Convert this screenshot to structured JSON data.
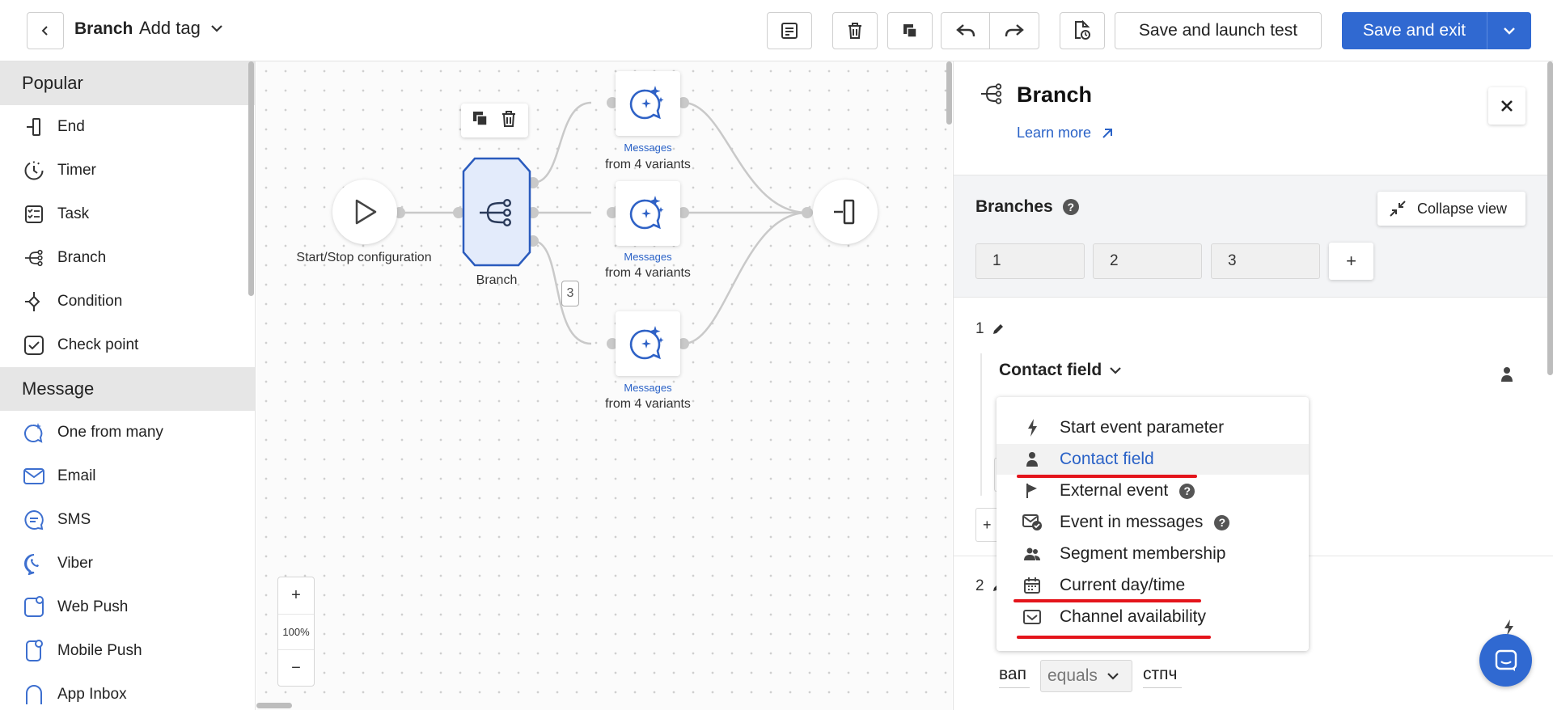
{
  "header": {
    "title": "Branch",
    "add_tag": "Add tag",
    "save_launch": "Save and launch test",
    "save_exit": "Save and exit"
  },
  "sidebar": {
    "sections": [
      {
        "title": "Popular",
        "items": [
          {
            "label": "End",
            "icon": "end-icon"
          },
          {
            "label": "Timer",
            "icon": "timer-icon"
          },
          {
            "label": "Task",
            "icon": "task-icon"
          },
          {
            "label": "Branch",
            "icon": "branch-icon"
          },
          {
            "label": "Condition",
            "icon": "condition-icon"
          },
          {
            "label": "Check point",
            "icon": "checkpoint-icon"
          }
        ]
      },
      {
        "title": "Message",
        "items": [
          {
            "label": "One from many",
            "icon": "sparkle-chat-icon"
          },
          {
            "label": "Email",
            "icon": "email-icon"
          },
          {
            "label": "SMS",
            "icon": "sms-icon"
          },
          {
            "label": "Viber",
            "icon": "viber-icon"
          },
          {
            "label": "Web Push",
            "icon": "webpush-icon"
          },
          {
            "label": "Mobile Push",
            "icon": "mobilepush-icon"
          },
          {
            "label": "App Inbox",
            "icon": "appinbox-icon"
          }
        ]
      }
    ]
  },
  "canvas": {
    "start_label": "Start/Stop configuration",
    "branch_label": "Branch",
    "messages_small": "Messages",
    "messages_variants": "from 4 variants",
    "edge_badge": "3",
    "zoom_in": "+",
    "zoom_level": "100%",
    "zoom_out": "−"
  },
  "panel": {
    "title": "Branch",
    "learn_more": "Learn more",
    "branches_heading": "Branches",
    "collapse_view": "Collapse view",
    "tabs": [
      "1",
      "2",
      "3"
    ],
    "add_tab": "+",
    "branch1_num": "1",
    "branch2_num": "2",
    "condition_type": "Contact field",
    "menu_items": [
      {
        "label": "Start event parameter",
        "icon": "lightning-icon",
        "help": false
      },
      {
        "label": "Contact field",
        "icon": "person-icon",
        "help": false,
        "selected": true
      },
      {
        "label": "External event",
        "icon": "flag-icon",
        "help": true
      },
      {
        "label": "Event in messages",
        "icon": "message-check-icon",
        "help": true
      },
      {
        "label": "Segment membership",
        "icon": "group-icon",
        "help": false
      },
      {
        "label": "Current day/time",
        "icon": "calendar-icon",
        "help": false
      },
      {
        "label": "Channel availability",
        "icon": "inbox-icon",
        "help": false
      }
    ],
    "bottom_field": "вап",
    "bottom_operator": "equals",
    "bottom_value": "стпч"
  },
  "colors": {
    "accent": "#3069d1",
    "highlight": "#e4141b",
    "node_fill": "#e3ebfb",
    "node_stroke": "#2a5bbd"
  }
}
